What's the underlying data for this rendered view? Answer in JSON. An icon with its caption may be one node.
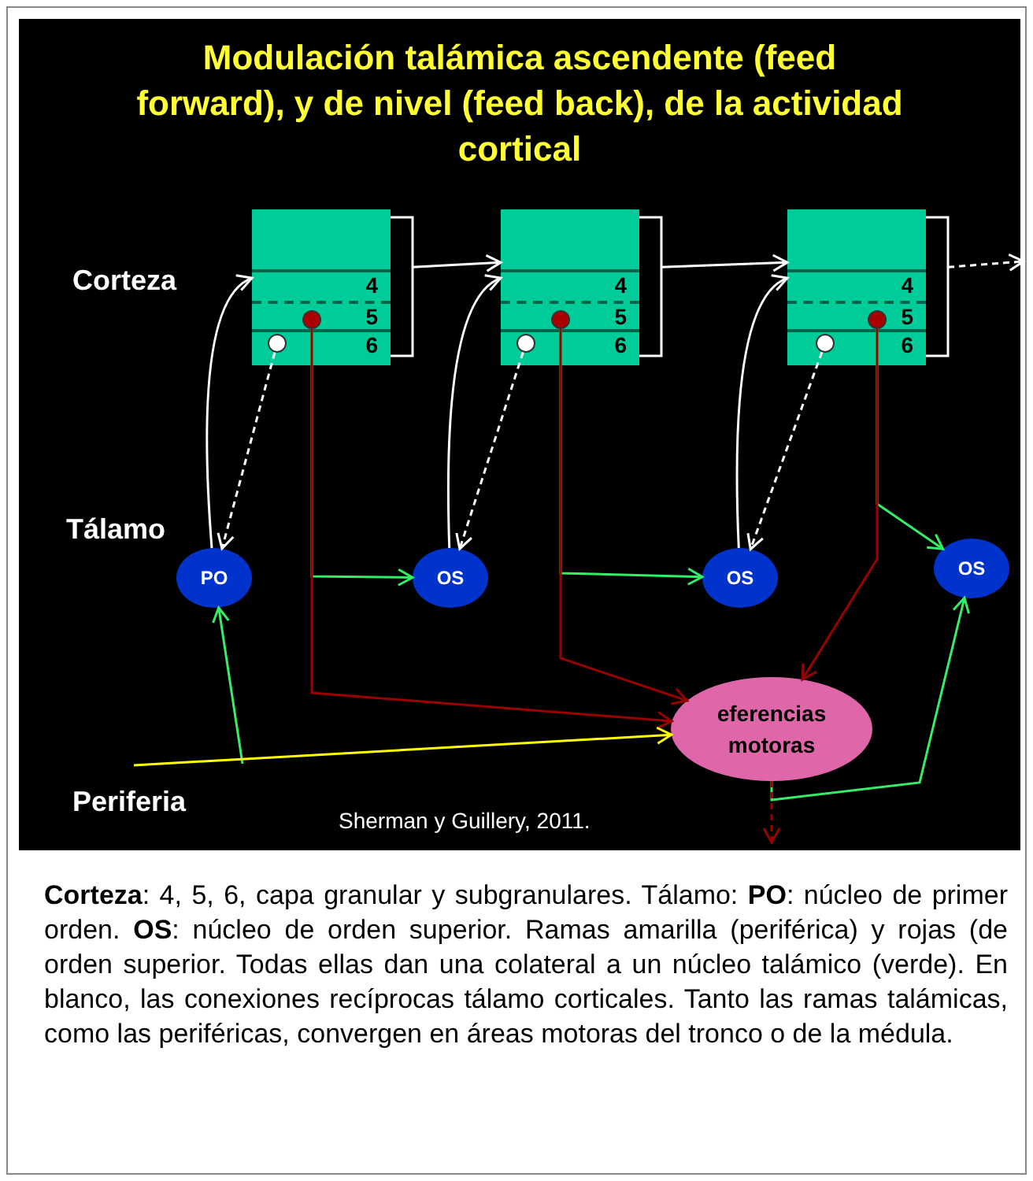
{
  "diagram": {
    "title": "Modulación talámica ascendente (feed forward), y de nivel (feed back), de la actividad cortical",
    "caption": "**Corteza**: 4, 5, 6, capa granular y subgranulares. Tálamo: **PO**: núcleo de primer orden. **OS**: núcleo de orden superior. Ramas amarilla (periférica) y rojas (de orden superior. Todas ellas dan una colateral a un núcleo talámico (verde). En blanco, las conexiones recíprocas tálamo corticales. Tanto las ramas talámicas, como las periféricas, convergen en áreas motoras del tronco o de la médula.",
    "nodes": [
      {
        "text": [
          "4",
          "5",
          "6"
        ]
      },
      {
        "text": [
          "4",
          "5",
          "6"
        ]
      },
      {
        "text": [
          "4",
          "5",
          "6"
        ]
      },
      {
        "text": [],
        "shape": "circle",
        "in": 0
      },
      {
        "text": [],
        "shape": "circle",
        "in": 1
      },
      {
        "text": [],
        "shape": "circle",
        "in": 2
      },
      {
        "text": [],
        "shape": "circle",
        "in": 0
      },
      {
        "text": [],
        "shape": "circle",
        "in": 1
      },
      {
        "text": [],
        "shape": "circle",
        "in": 2
      },
      {
        "text": [
          "PO"
        ]
      },
      {
        "text": [
          "OS"
        ]
      },
      {
        "text": [
          "OS"
        ]
      },
      {
        "text": [
          "OS"
        ]
      },
      {
        "text": [
          "eferencias motoras"
        ]
      }
    ],
    "edges": [
      {
        "from": 0,
        "to": 1,
        "arrow": "to"
      },
      {
        "from": 1,
        "to": 2,
        "arrow": "to"
      },
      {
        "from": 2,
        "to": null,
        "arrow": "to",
        "style": "dashed"
      },
      {
        "from": 9,
        "to": 0,
        "arrow": "to"
      },
      {
        "from": 3,
        "to": 9,
        "arrow": "to",
        "style": "dashed"
      },
      {
        "from": 10,
        "to": 1,
        "arrow": "to"
      },
      {
        "from": 4,
        "to": 10,
        "arrow": "to",
        "style": "dashed"
      },
      {
        "from": 11,
        "to": 2,
        "arrow": "to"
      },
      {
        "from": 5,
        "to": 11,
        "arrow": "to",
        "style": "dashed"
      },
      {
        "from": 6,
        "to": 10,
        "arrow": "to",
        "color": "#33ee66"
      },
      {
        "from": 6,
        "to": 13,
        "arrow": "to",
        "color": "#990000"
      },
      {
        "from": 7,
        "to": 11,
        "arrow": "to",
        "color": "#33ee66"
      },
      {
        "from": 7,
        "to": 13,
        "arrow": "to",
        "color": "#990000"
      },
      {
        "from": 8,
        "to": 12,
        "arrow": "to",
        "color": "#33ee66"
      },
      {
        "from": 8,
        "to": 13,
        "arrow": "to",
        "color": "#990000"
      },
      {
        "from": null,
        "to": 13,
        "arrow": "to",
        "color": "#ffff00"
      },
      {
        "from": null,
        "to": 9,
        "arrow": "to",
        "color": "#33ee66"
      },
      {
        "from": 13,
        "to": 12,
        "arrow": "to",
        "color": "#33ee66"
      },
      {
        "from": 13,
        "to": null,
        "arrow": "to",
        "style": "dashed",
        "color": "#990000"
      }
    ],
    "labels": [
      "Corteza",
      "Tálamo",
      "Periferia",
      "Sherman y Guillery, 2011."
    ]
  }
}
